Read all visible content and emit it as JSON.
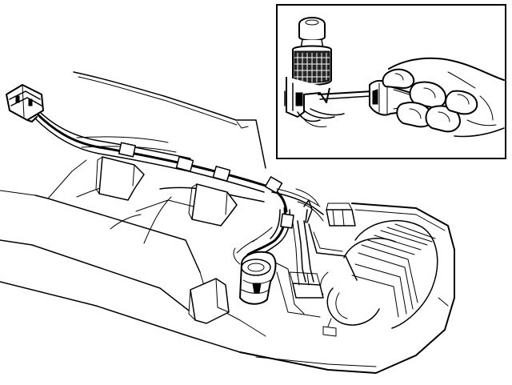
{
  "figure": {
    "kind": "technical line illustration",
    "colors": {
      "ink": "#000000",
      "paper": "#ffffff"
    },
    "inset": {
      "present": true,
      "placement": "top-right",
      "contents": [
        "cigar-lighter",
        "screwdriver",
        "hand"
      ]
    },
    "main_view": {
      "contents": [
        "console-housing",
        "wiring-harness",
        "multi-pin-connector",
        "mounting-brackets",
        "lighter-socket",
        "ashtray-housing"
      ]
    }
  }
}
